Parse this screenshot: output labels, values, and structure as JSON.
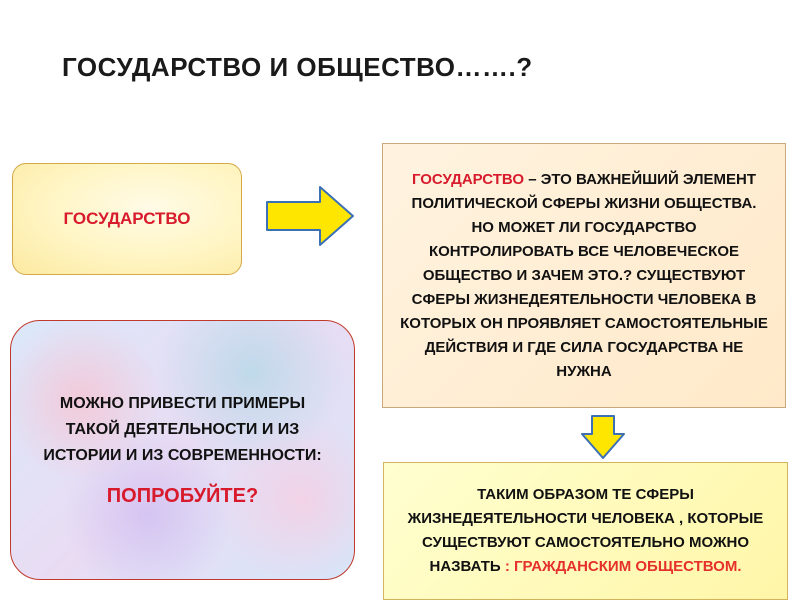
{
  "title": "ГОСУДАРСТВО И ОБЩЕСТВО…….?",
  "state_box": {
    "label": "ГОСУДАРСТВО"
  },
  "definition_box": {
    "lead": "ГОСУДАРСТВО",
    "text": " – ЭТО ВАЖНЕЙШИЙ ЭЛЕМЕНТ ПОЛИТИЧЕСКОЙ СФЕРЫ ЖИЗНИ ОБЩЕСТВА. НО МОЖЕТ ЛИ ГОСУДАРСТВО КОНТРОЛИРОВАТЬ ВСЕ ЧЕЛОВЕЧЕСКОЕ ОБЩЕСТВО И ЗАЧЕМ ЭТО.? СУЩЕСТВУЮТ СФЕРЫ ЖИЗНЕДЕЯТЕЛЬНОСТИ ЧЕЛОВЕКА В КОТОРЫХ ОН ПРОЯВЛЯЕТ САМОСТОЯТЕЛЬНЫЕ ДЕЙСТВИЯ И ГДЕ СИЛА ГОСУДАРСТВА НЕ НУЖНА"
  },
  "examples_box": {
    "text": "МОЖНО ПРИВЕСТИ ПРИМЕРЫ ТАКОЙ ДЕЯТЕЛЬНОСТИ И ИЗ ИСТОРИИ И ИЗ СОВРЕМЕННОСТИ:",
    "cta": "ПОПРОБУЙТЕ?"
  },
  "conclusion_box": {
    "text": "ТАКИМ ОБРАЗОМ ТЕ СФЕРЫ ЖИЗНЕДЕЯТЕЛЬНОСТИ ЧЕЛОВЕКА , КОТОРЫЕ СУЩЕСТВУЮТ САМОСТОЯТЕЛЬНО МОЖНО НАЗВАТЬ",
    "highlight": " : ГРАЖДАНСКИМ ОБЩЕСТВОМ."
  },
  "colors": {
    "accent_red": "#d81b2c",
    "arrow_fill": "#ffe600",
    "arrow_stroke": "#3b6fb6"
  },
  "icons": [
    "right-arrow-icon",
    "down-arrow-icon"
  ]
}
